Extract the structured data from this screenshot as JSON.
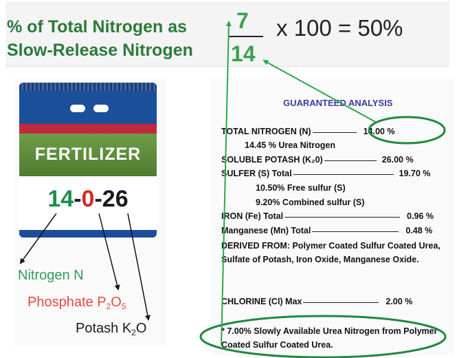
{
  "header": {
    "line1": "% of Total Nitrogen as",
    "line2": "Slow-Release Nitrogen",
    "numerator": "7",
    "denominator": "14",
    "formula_rest": "x 100 = 50%"
  },
  "bag": {
    "brand": "FERTILIZER",
    "n": "14",
    "p": "0",
    "k": "26",
    "sep": "-"
  },
  "nutrients": {
    "n_label": "Nitrogen N",
    "p_label": "Phosphate P",
    "p_sub1": "2",
    "p_mid": "O",
    "p_sub2": "5",
    "k_label": "Potash K",
    "k_sub1": "2",
    "k_mid": "O"
  },
  "label": {
    "title": "GUARANTEED ANALYSIS",
    "total_n": "TOTAL NITROGEN (N)",
    "total_n_val": "14.00 %",
    "urea_n": "14.45 % Urea Nitrogen",
    "potash": "SOLUBLE POTASH (K₂0)",
    "potash_val": "26.00 %",
    "sulfer": "SULFER (S) Total",
    "sulfer_val": "19.70 %",
    "free_sulfur": "10.50% Free sulfur (S)",
    "combined_sulfur": "9.20% Combined sulfur (S)",
    "iron": "IRON (Fe) Total",
    "iron_val": "0.96 %",
    "manganese": "Manganese (Mn) Total",
    "manganese_val": "0.48 %",
    "derived": "DERIVED FROM: Polymer Coated Sulfur Coated Urea, Sulfate of Potash, Iron Oxide, Manganese Oxide.",
    "chlorine": "CHLORINE (Cl) Max",
    "chlorine_val": "2.00 %",
    "footnote": "* 7.00% Slowly Available Urea Nitrogen from Polymer Coated Sulfur Coated Urea."
  },
  "colors": {
    "accent_green": "#1e8a3e",
    "title_blue": "#3a3aa6",
    "phosphate_red": "#e34a3c"
  }
}
